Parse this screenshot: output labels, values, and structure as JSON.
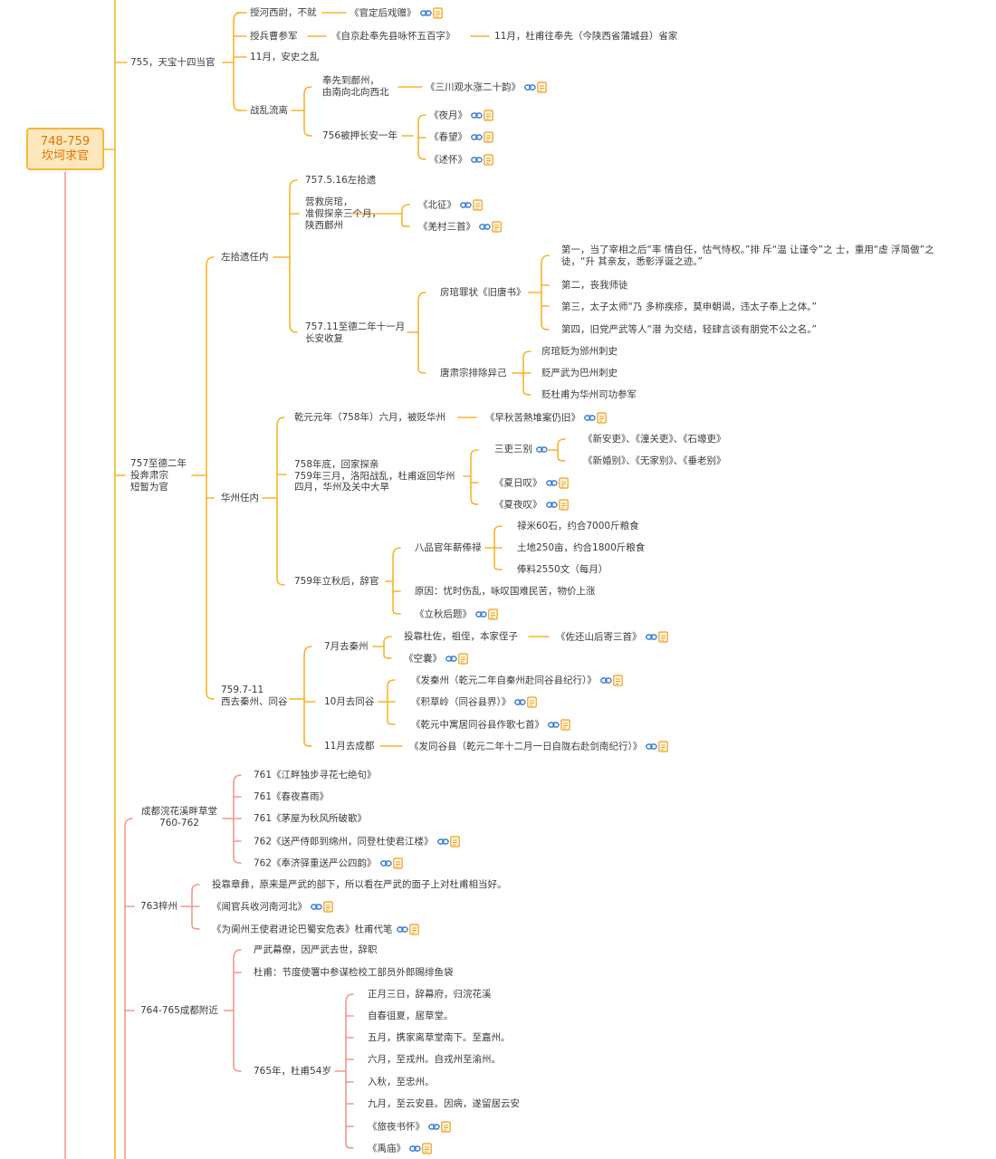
{
  "root": {
    "line1": "748-759",
    "line2": "坎坷求官"
  },
  "labels": {
    "n1": "授河西尉，不就",
    "n1w": "《官定后戏赠》",
    "n2": "授兵曹参军",
    "n2w": "《自京赴奉先县咏怀五百字》",
    "n2b": "11月，杜甫往奉先（今陕西省蒲城县）省家",
    "y755": "755，天宝十四当官",
    "n3": "11月，安史之乱",
    "war": "战乱流离",
    "w1a": "奉先到鄜州，",
    "w1b": "由南向北向西北",
    "w1w": "《三川观水涨二十韵》",
    "w2": "756被押长安一年",
    "p1": "《夜月》",
    "p2": "《春望》",
    "p3": "《述怀》",
    "z1": "757.5.16左拾遗",
    "z2a": "营救房琯，",
    "z2b": "准假探亲三个月，",
    "z2c": "陕西鄜州",
    "z2w1": "《北征》",
    "z2w2": "《羌村三首》",
    "zuo": "左拾遗任内",
    "z3a": "757.11至德二年十一月",
    "z3b": "长安收复",
    "crime": "房琯罪状《旧唐书》",
    "c1": "第一，当了宰相之后“率 情自任，怙气恃权。”排 斥“温 让谨令”之 士，重用“虚 浮简傲”之 徒，“升 其亲友，悉彰浮诞之迹。”",
    "c2": "第二，丧我师徒",
    "c3": "第三，太子太师“乃 多称疾疹，莫申朝谒，违太子奉上之体。”",
    "c4": "第四，旧党严武等人“潜 为交结，轻肆言谈有朋党不公之名。”",
    "purge": "唐肃宗排除异己",
    "u1": "房琯贬为邠州刺史",
    "u2": "贬严武为巴州刺史",
    "u3": "贬杜甫为华州司功参军",
    "y757a": "757至德二年",
    "y757b": "投奔肃宗",
    "y757c": "短暂为官",
    "h1": "乾元元年（758年）六月，被贬华州",
    "h1w": "《早秋苦熱堆案仍旧》",
    "hua": "华州任内",
    "h2a": "758年底，回家探亲",
    "h2b": "759年三月，洛阳战乱，杜甫返回华州",
    "h2c": "四月，华州及关中大旱",
    "sanshi": "三吏三别",
    "sl1": "《新安吏》、《潼关吏》、《石壕吏》",
    "sl2": "《新婚别》、《无家别》、《垂老别》",
    "xr1": "《夏日叹》",
    "xr2": "《夏夜叹》",
    "sal": "八品官年薪俸禄",
    "sa1": "禄米60石，约合7000斤粮食",
    "sa2": "土地250亩，约合1800斤粮食",
    "sa3": "俸料2550文（每月）",
    "h3": "759年立秋后，辞官",
    "reason": "原因：忧时伤乱，咏叹国难民苦，物价上涨",
    "liqiu": "《立秋后题》",
    "qa": "7月去秦州",
    "qa1": "投靠杜佐，祖侄，本家侄子",
    "qa1w": "《佐还山后寄三首》",
    "qa2": "《空囊》",
    "y759a": "759.7-11",
    "y759b": "西去秦州、同谷",
    "qb": "10月去同谷",
    "qb1": "《发秦州（乾元二年自秦州赴同谷县纪行）》",
    "qb2": "《积草岭（同谷县界）》",
    "qb3": "《乾元中寓居同谷县作歌七首》",
    "qc": "11月去成都",
    "qcw": "《发同谷县（乾元二年十二月一日自陇右赴剑南纪行）》",
    "cd1": "成都浣花溪畔草堂",
    "cd2": "760-762",
    "cdi1": "761《江畔独步寻花七绝句》",
    "cdi2": "761《春夜喜雨》",
    "cdi3": "761《茅屋为秋风所破歌》",
    "cdi4": "762《送严侍郎到绵州，同登杜使君江楼》",
    "cdi5": "762《奉济驿重送严公四韵》",
    "zz": "763梓州",
    "zz1": "投靠章彝，原来是严武的部下，所以看在严武的面子上对杜甫相当好。",
    "zz2": "《闻官兵收河南河北》",
    "zz3": "《为阆州王使君进论巴蜀安危表》杜甫代笔",
    "cdn": "764-765成都附近",
    "cdn1": "严武幕僚，因严武去世，辞职",
    "cdn2": "杜甫：节度使署中参谋检校工部员外郎赐绯鱼袋",
    "y765": "765年，杜甫54岁",
    "k1": "正月三日，辞幕府，归浣花溪",
    "k2": "自春徂夏，居草堂。",
    "k3": "五月，携家离草堂南下。至嘉州。",
    "k4": "六月，至戎州。自戎州至渝州。",
    "k5": "入秋，至忠州。",
    "k6": "九月，至云安县。因病，遂留居云安",
    "k7": "《旅夜书怀》",
    "k8": "《禹庙》"
  },
  "icons": {
    "link": "link-icon",
    "note": "note-icon"
  },
  "colors": {
    "branch": "#f5b52a",
    "lower_branch": "#ef9a8c",
    "node_text": "#3b3b3b",
    "root_text": "#e07400",
    "root_fill": "#fde8bd",
    "link_icon": "#3a7bd5",
    "note_icon": "#f0a020"
  }
}
